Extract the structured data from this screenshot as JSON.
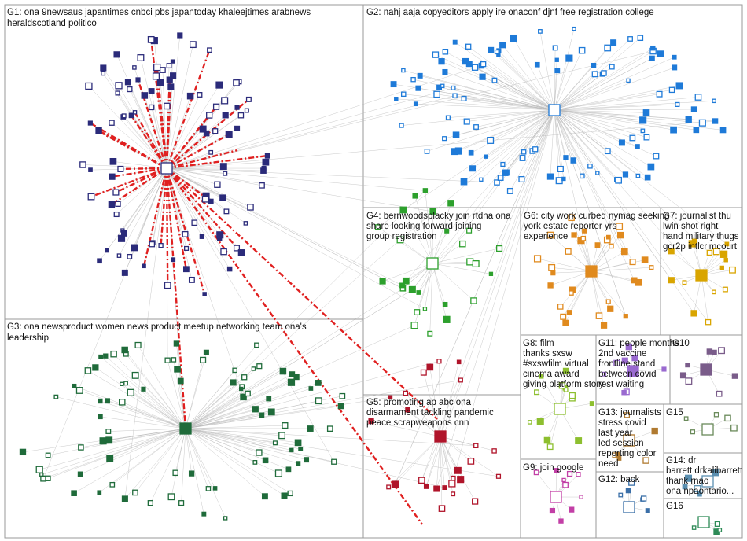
{
  "groups": [
    {
      "id": "G1",
      "title": "G1: ona 9newsaus japantimes cnbci pbs japantoday khaleejtimes arabnews heraldscotland politico",
      "color": "#2b2b7a"
    },
    {
      "id": "G2",
      "title": "G2: nahj aaja copyeditors apply ire onaconf djnf free registration college",
      "color": "#1e7ad8"
    },
    {
      "id": "G3",
      "title": "G3: ona newsproduct women news product meetup networking team ona's leadership",
      "color": "#1f6b3a"
    },
    {
      "id": "G4",
      "title": "G4: bernwoodsplacky join rtdna ona share looking forward joining group registration",
      "color": "#2da02d"
    },
    {
      "id": "G5",
      "title": "G5: promoting ap abc ona disarmament tackling pandemic peace scrapweapons cnn",
      "color": "#b0142a"
    },
    {
      "id": "G6",
      "title": "G6: city work curbed nymag seeking york estate reporter yrs experience",
      "color": "#e08a1e"
    },
    {
      "id": "G7",
      "title": "G7: journalist thu lwin shot right hand military thugs gcr2p intlcrimcourt",
      "color": "#d9a500"
    },
    {
      "id": "G8",
      "title": "G8: film thanks sxsw #sxswfilm virtual cinema award giving platform story",
      "color": "#8dbf2f"
    },
    {
      "id": "G9",
      "title": "G9: join google",
      "color": "#c23fa6"
    },
    {
      "id": "G10",
      "title": "G10",
      "color": "#7a5c8a"
    },
    {
      "id": "G11",
      "title": "G11: people months 2nd vaccine frontline stand between covid rest waiting",
      "color": "#9a6ad0"
    },
    {
      "id": "G12",
      "title": "G12: back",
      "color": "#3a6fa8"
    },
    {
      "id": "G13",
      "title": "G13: journalists stress covid last year led session reporting color need",
      "color": "#b07a30"
    },
    {
      "id": "G14",
      "title": "G14: dr barrett drkalibarrett thank rnao ona npaontario...",
      "color": "#5a8fb0"
    },
    {
      "id": "G15",
      "title": "G15",
      "color": "#6a8a5a"
    },
    {
      "id": "G16",
      "title": "G16",
      "color": "#2e8b57"
    }
  ]
}
